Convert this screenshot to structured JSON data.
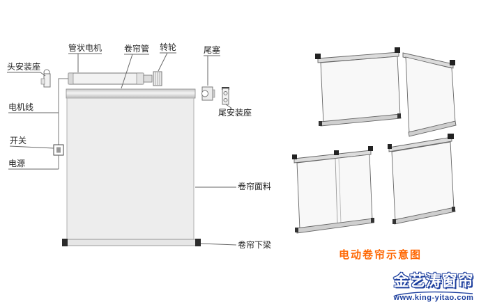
{
  "diagram": {
    "labels": {
      "motor": "管状电机",
      "roller_tube": "卷帘管",
      "wheel": "转轮",
      "tail_plug": "尾塞",
      "head_bracket": "头安装座",
      "motor_wire": "电机线",
      "switch": "开关",
      "power": "电源",
      "tail_bracket": "尾安装座",
      "fabric": "卷帘面料",
      "bottom_rail": "卷帘下梁"
    },
    "caption": "电动卷帘示意图"
  },
  "logo": {
    "name": "金艺涛窗帘",
    "url": "www.king-yitao.com"
  },
  "colors": {
    "caption_orange": "#ff6600",
    "logo_blue": "#1d3f9e",
    "fabric_fill": "#ededed",
    "line_gray": "#666666",
    "background": "#ffffff"
  }
}
